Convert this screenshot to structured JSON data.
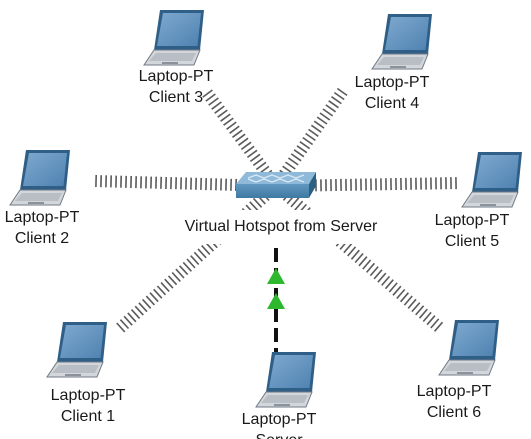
{
  "hub": {
    "name": "Virtual Hotspot from Server",
    "icon": "access-point-icon",
    "color": "#3f7aa2"
  },
  "clients": [
    {
      "id": "client-3",
      "model": "Laptop-PT",
      "name": "Client 3"
    },
    {
      "id": "client-4",
      "model": "Laptop-PT",
      "name": "Client 4"
    },
    {
      "id": "client-2",
      "model": "Laptop-PT",
      "name": "Client 2"
    },
    {
      "id": "client-5",
      "model": "Laptop-PT",
      "name": "Client 5"
    },
    {
      "id": "client-1",
      "model": "Laptop-PT",
      "name": "Client 1"
    },
    {
      "id": "client-6",
      "model": "Laptop-PT",
      "name": "Client 6"
    },
    {
      "id": "server",
      "model": "Laptop-PT",
      "name": "Server"
    }
  ],
  "links": {
    "wireless_color": "#5a5a5a",
    "wired_color": "#111111",
    "status_up_color": "#2eb82e"
  },
  "icons": {
    "laptop": "laptop-icon",
    "link_status": "link-up-triangle-icon"
  }
}
